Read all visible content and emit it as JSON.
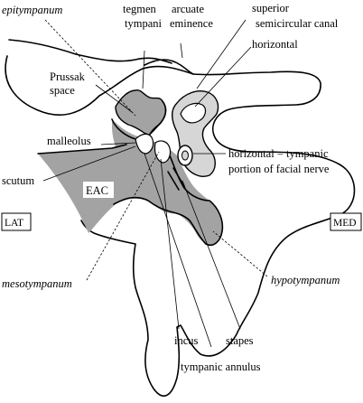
{
  "labels": {
    "epitympanum": "epitympanum",
    "tegmen_line1": "tegmen",
    "tegmen_line2": "tympani",
    "arcuate_line1": "arcuate",
    "arcuate_line2": "eminence",
    "superior": "superior",
    "semicircular_canal": "semicircular canal",
    "horizontal": "horizontal",
    "prussak_line1": "Prussak",
    "prussak_line2": "space",
    "malleolus": "malleolus",
    "horizontal_facial_line1": "horizontal = tympanic",
    "horizontal_facial_line2": "portion of facial nerve",
    "scutum": "scutum",
    "eac": "EAC",
    "lat": "LAT",
    "med": "MED",
    "mesotympanum": "mesotympanum",
    "hypotympanum": "hypotympanum",
    "incus": "incus",
    "stapes": "stapes",
    "tympanic_annulus": "tympanic annulus"
  },
  "colors": {
    "middle_ear_fill": "#a3a3a3",
    "canal_fill": "#d6d6d6",
    "outline": "#000000",
    "background": "#ffffff"
  }
}
